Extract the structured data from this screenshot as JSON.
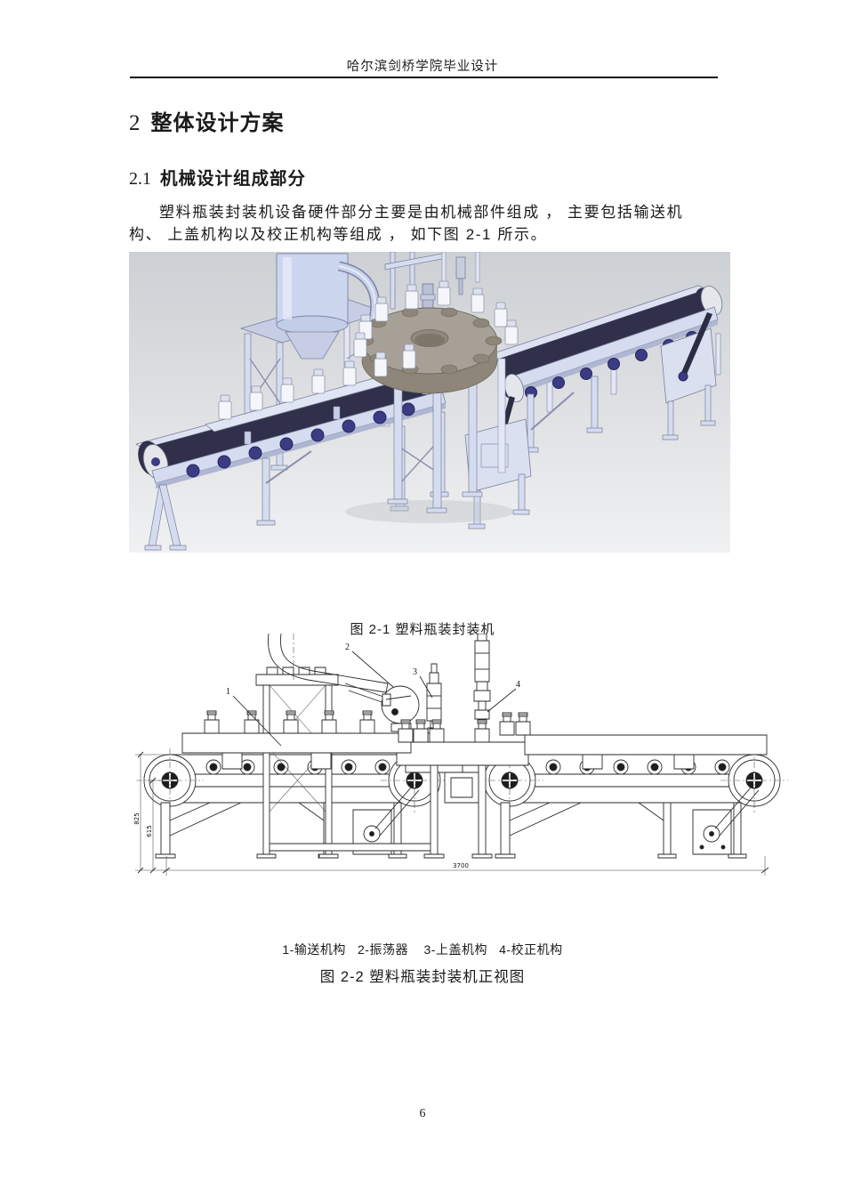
{
  "colors": {
    "text": "#1a1a1a",
    "header_rule": "#111111",
    "render_bg_top": "#cdd0d4",
    "render_bg_bottom": "#f0f1f2",
    "frame_lavender": "#d6dcf0",
    "belt_navy": "#30304a",
    "disc_tan": "#a7a097",
    "wheel_blue": "#3c3c84",
    "drawing_line": "#2a2a2a"
  },
  "header": {
    "title": "哈尔滨剑桥学院毕业设计"
  },
  "content": {
    "h1": {
      "number": "2",
      "title": "整体设计方案"
    },
    "h2": {
      "number": "2.1",
      "title": "机械设计组成部分"
    },
    "para": {
      "line1": "塑料瓶装封装机设备硬件部分主要是由机械部件组成 ， 主要包括输送机",
      "line2": "构、 上盖机构以及校正机构等组成 ， 如下图 2-1 所示。"
    }
  },
  "figure1": {
    "caption": "图  2-1  塑料瓶装封装机"
  },
  "figure2": {
    "legend": "1-输送机构   2-振荡器    3-上盖机构   4-校正机构",
    "caption": "图  2-2 塑料瓶装封装机正视图",
    "callouts": {
      "c1": "1",
      "c2": "2",
      "c3": "3",
      "c4": "4"
    },
    "dims": {
      "height_outer": "825",
      "height_inner": "615",
      "length_total": "3700"
    }
  },
  "footer": {
    "page_number": "6"
  }
}
